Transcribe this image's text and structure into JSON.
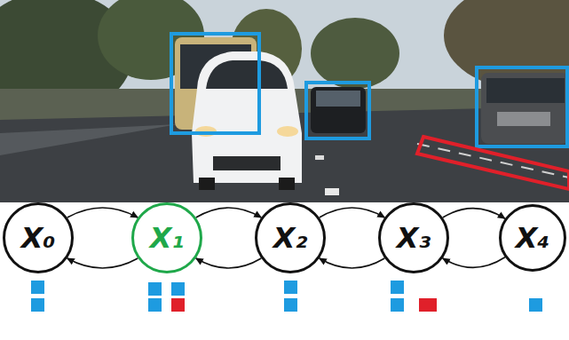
{
  "diagram": {
    "nodes": [
      {
        "text": [
          "X₀"
        ]
      },
      {
        "text": [
          "X₁"
        ]
      },
      {
        "text": [
          "X₂"
        ]
      },
      {
        "text": [
          "X₃"
        ]
      },
      {
        "text": [
          "X₄"
        ]
      }
    ],
    "edges": [
      {
        "from": 0,
        "to": 1,
        "arrow": "to"
      },
      {
        "from": 1,
        "to": 0,
        "arrow": "to"
      },
      {
        "from": 1,
        "to": 2,
        "arrow": "to"
      },
      {
        "from": 2,
        "to": 1,
        "arrow": "to"
      },
      {
        "from": 2,
        "to": 3,
        "arrow": "to"
      },
      {
        "from": 3,
        "to": 2,
        "arrow": "to"
      },
      {
        "from": 3,
        "to": 4,
        "arrow": "to"
      },
      {
        "from": 4,
        "to": 3,
        "arrow": "to"
      }
    ]
  }
}
